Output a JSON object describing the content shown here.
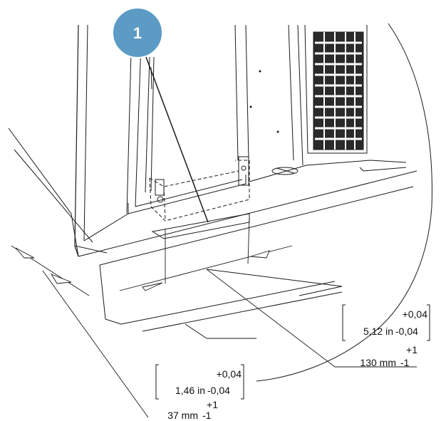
{
  "callout": {
    "number": "1",
    "fill_color": "#5b9bc4"
  },
  "dimension_1": {
    "tolerance_in": "+0,04",
    "nominal_in": "5,12 in",
    "tolerance_in_minus": "-0,04",
    "tolerance_mm": "+1",
    "nominal_mm": "130 mm",
    "tolerance_mm_minus": "-1"
  },
  "dimension_2": {
    "tolerance_in": "+0,04",
    "nominal_in": "1,46 in",
    "tolerance_in_minus": "-0,04",
    "tolerance_mm": "+1",
    "nominal_mm": "37 mm",
    "tolerance_mm_minus": "-1"
  }
}
